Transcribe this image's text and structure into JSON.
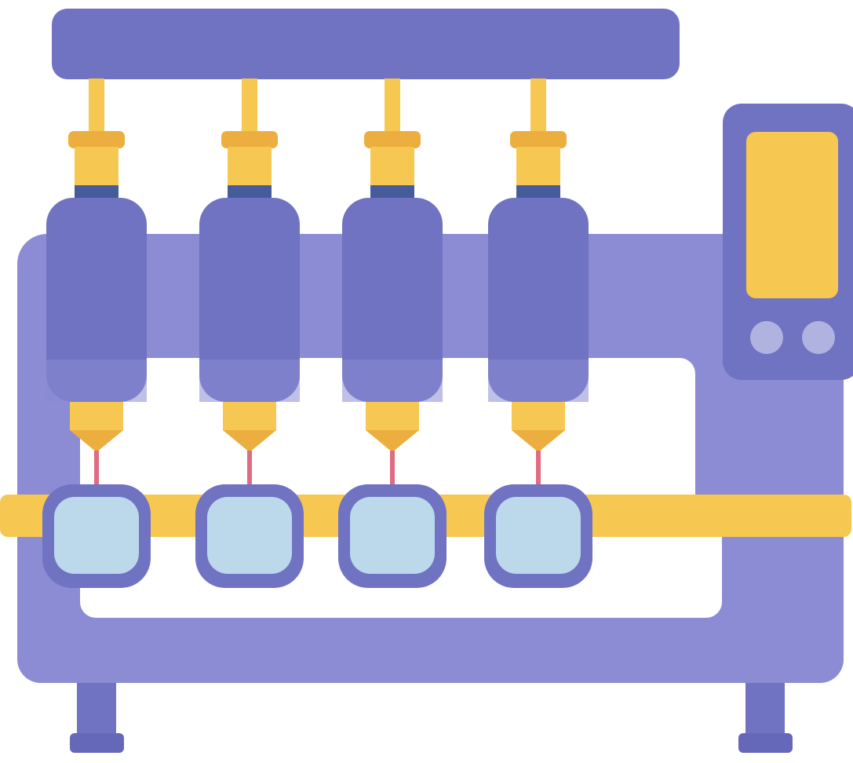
{
  "illustration": {
    "subject": "multi-head-filling-machine",
    "head_count": 4,
    "container_count": 4,
    "control_panel_buttons": 2,
    "colors": {
      "frame": "#8B8CD3",
      "frame_dark": "#7072C2",
      "foot": "#6567B8",
      "gold": "#F6C851",
      "gold_dark": "#EBAE3F",
      "band": "#465C9A",
      "fluid_stream": "#E06B82",
      "container_fill": "#BCD9EC",
      "button": "#B0B3DF",
      "background": "#FFFFFF"
    }
  }
}
